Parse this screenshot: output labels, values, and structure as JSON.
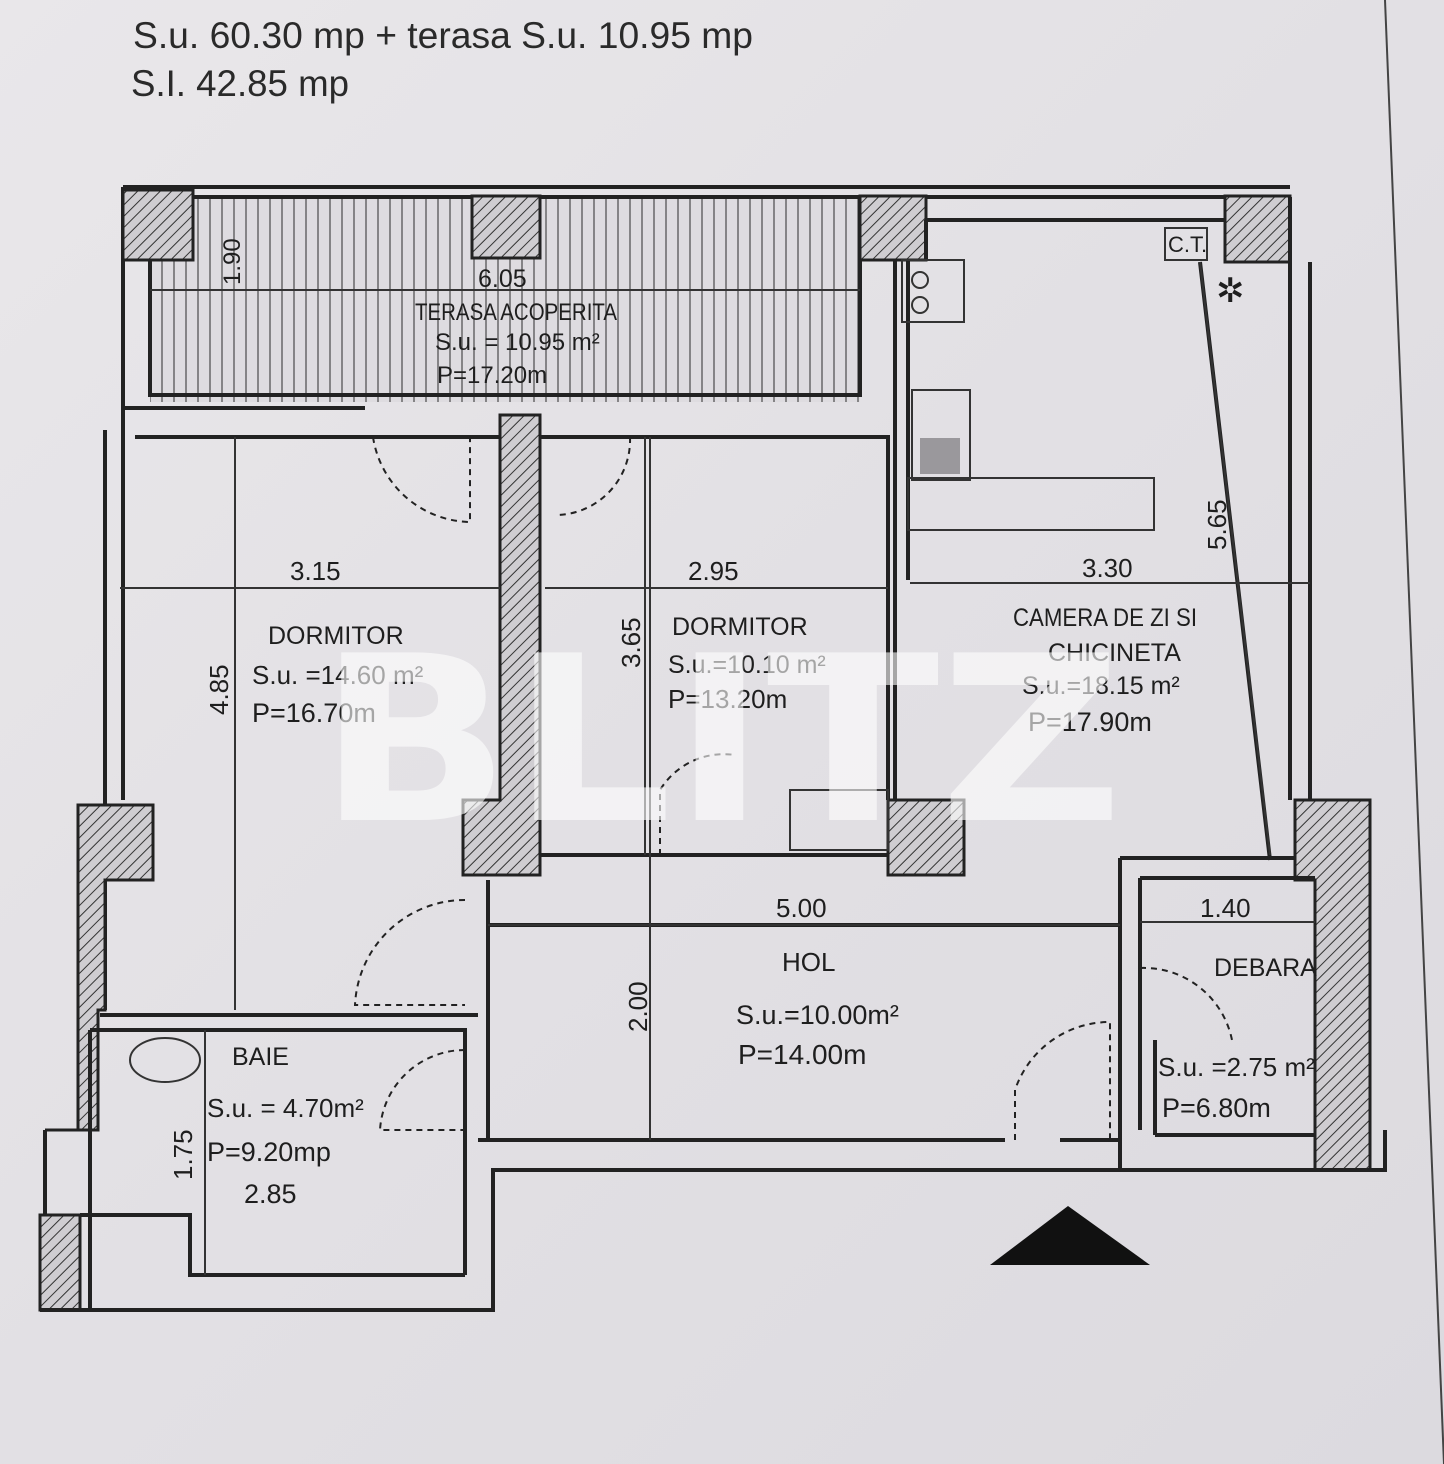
{
  "header": {
    "line1": "S.u. 60.30 mp + terasa S.u. 10.95 mp",
    "line2": "S.I. 42.85 mp"
  },
  "watermark": "BLITZ",
  "rooms": {
    "terasa": {
      "width": "6.05",
      "depth": "1.90",
      "name": "TERASA ACOPERITA",
      "area": "S.u. = 10.95 m²",
      "perimeter": "P=17.20m"
    },
    "dormitor1": {
      "width": "3.15",
      "depth": "4.85",
      "name": "DORMITOR",
      "area": "S.u. =14.60 m²",
      "perimeter": "P=16.70m"
    },
    "dormitor2": {
      "width": "2.95",
      "depth": "3.65",
      "name": "DORMITOR",
      "area": "S.u.=10.10 m²",
      "perimeter": "P=13.20m"
    },
    "camera": {
      "width": "3.30",
      "depth": "5.65",
      "name_line1": "CAMERA DE ZI SI",
      "name_line2": "CHICINETA",
      "area": "S.u.=18.15 m²",
      "perimeter": "P=17.90m",
      "ct_label": "C.T."
    },
    "hol": {
      "width": "5.00",
      "depth": "2.00",
      "name": "HOL",
      "area": "S.u.=10.00m²",
      "perimeter": "P=14.00m"
    },
    "debara": {
      "width": "1.40",
      "name": "DEBARA",
      "area": "S.u. =2.75 m²",
      "perimeter": "P=6.80m"
    },
    "baie": {
      "name": "BAIE",
      "area": "S.u. = 4.70m²",
      "perimeter": "P=9.20mp",
      "width": "2.85",
      "depth": "1.75"
    }
  },
  "colors": {
    "paper": "#e4e2e5",
    "ink": "#222222"
  }
}
